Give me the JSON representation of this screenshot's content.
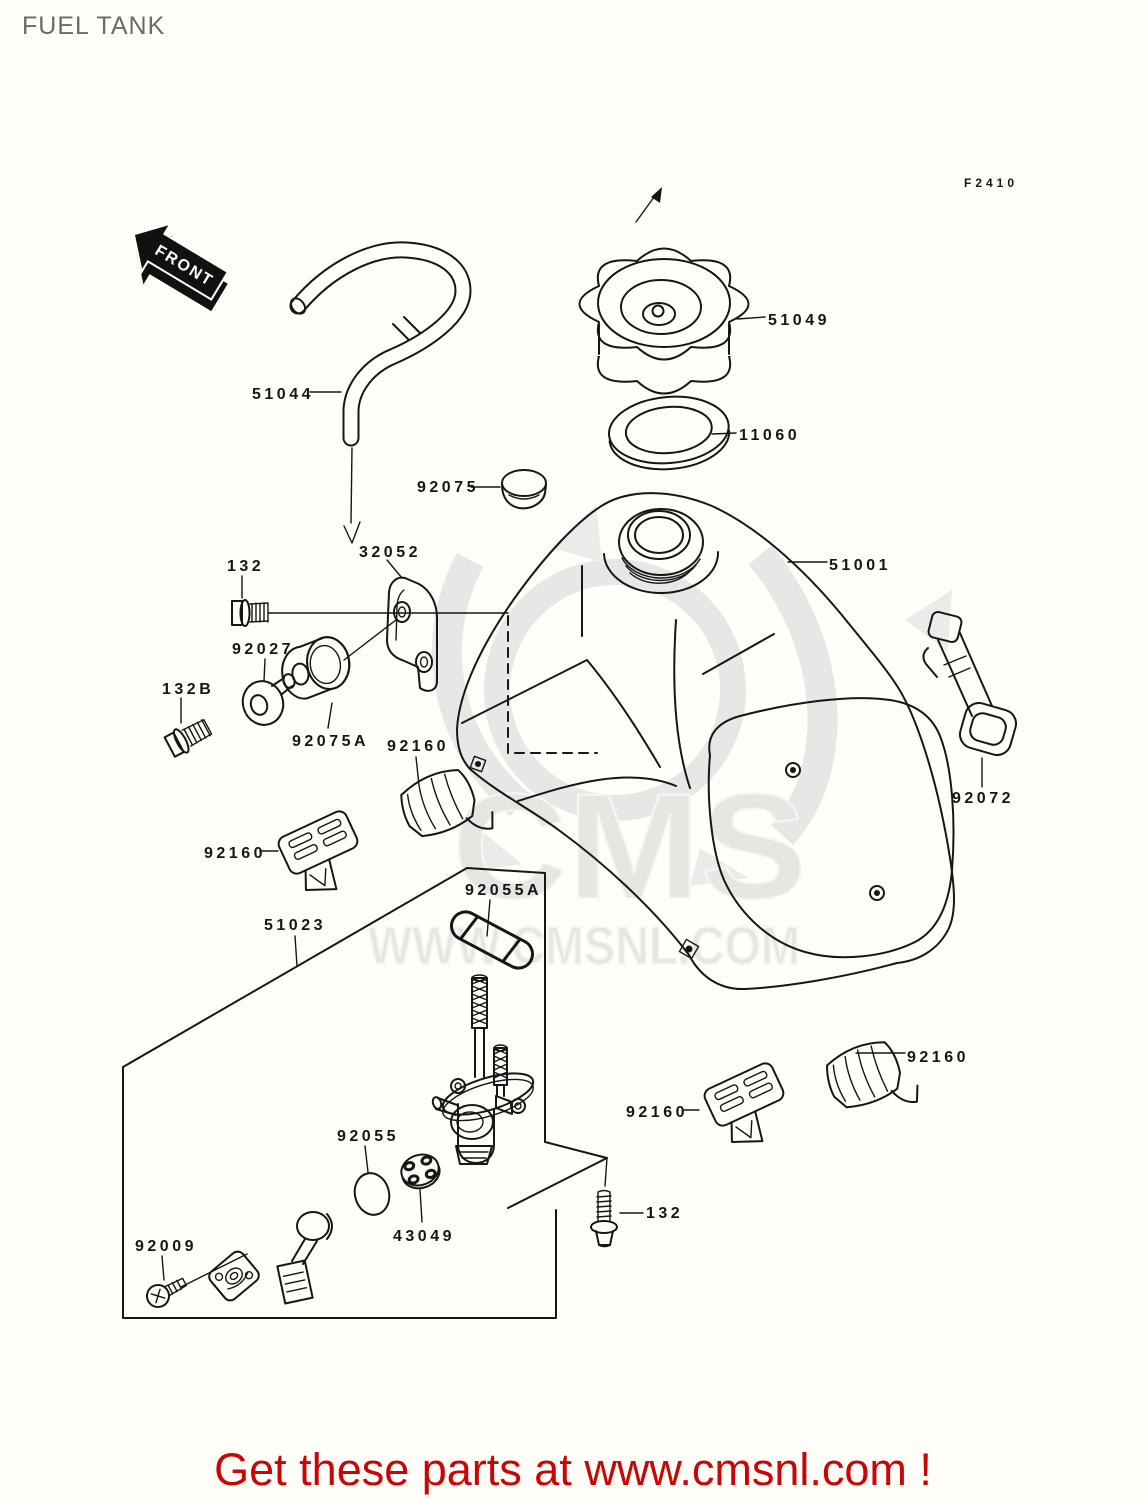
{
  "page": {
    "title": "FUEL TANK",
    "figure_code": "F2410"
  },
  "front_arrow": {
    "label": "FRONT"
  },
  "watermark": {
    "logo_text": "CMS",
    "site_text": "WWW.CMSNL.COM"
  },
  "footer": {
    "text": "Get these parts at www.cmsnl.com !"
  },
  "colors": {
    "background": "#fffef8",
    "line_art": "#161616",
    "title_text": "#6b6b6b",
    "footer_text": "#c90606",
    "watermark": "#e6e6e3"
  },
  "part_labels": [
    {
      "text": "51049"
    },
    {
      "text": "11060"
    },
    {
      "text": "51044"
    },
    {
      "text": "92075"
    },
    {
      "text": "32052"
    },
    {
      "text": "132"
    },
    {
      "text": "92027"
    },
    {
      "text": "132B"
    },
    {
      "text": "92075A"
    },
    {
      "text": "92160"
    },
    {
      "text": "92160"
    },
    {
      "text": "51001"
    },
    {
      "text": "92072"
    },
    {
      "text": "51023"
    },
    {
      "text": "92055A"
    },
    {
      "text": "92055"
    },
    {
      "text": "43049"
    },
    {
      "text": "92009"
    },
    {
      "text": "92160"
    },
    {
      "text": "92160"
    },
    {
      "text": "132"
    }
  ]
}
